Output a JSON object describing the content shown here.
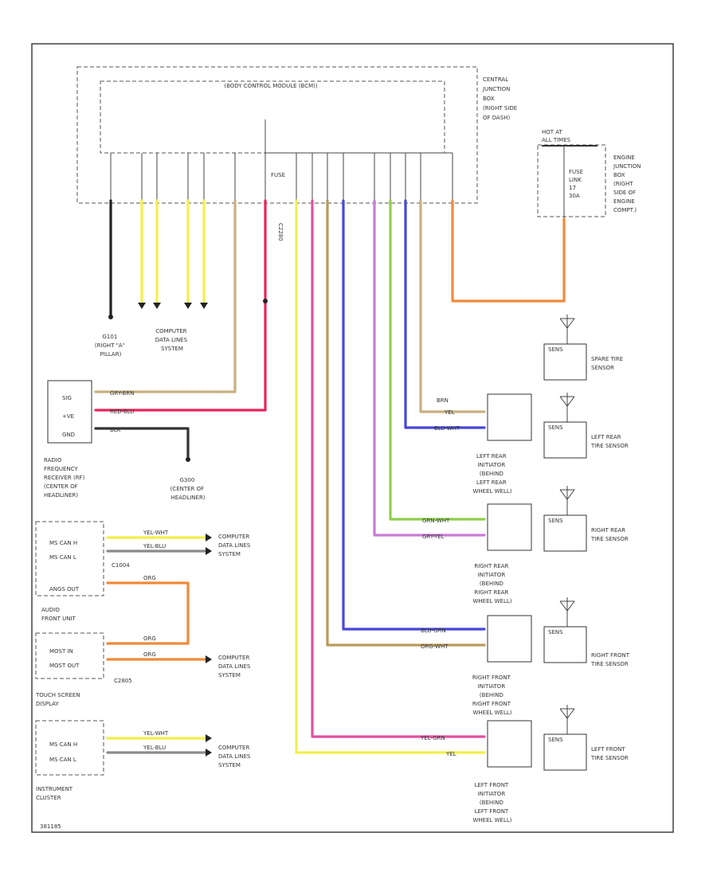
{
  "central_junction_box": {
    "label_lines": [
      "CENTRAL",
      "JUNCTION",
      "BOX",
      "(RIGHT SIDE",
      "OF DASH)"
    ]
  },
  "body_control_module": {
    "label": "(BODY CONTROL MODULE (BCM))"
  },
  "hot_at_all_times": {
    "label_lines": [
      "HOT AT",
      "ALL TIMES"
    ]
  },
  "engine_junction_box": {
    "label_lines": [
      "ENGINE",
      "JUNCTION",
      "BOX",
      "(RIGHT",
      "SIDE OF",
      "ENGINE",
      "COMPT.)"
    ]
  },
  "fuse_link": {
    "label_lines": [
      "FUSE",
      "LINK",
      "17",
      "30A"
    ]
  },
  "fuse_label": "FUSE",
  "ground_g101": {
    "label_lines": [
      "G101",
      "(RIGHT \"A\"",
      "PILLAR)"
    ]
  },
  "computer_data_top": {
    "label_lines": [
      "COMPUTER",
      "DATA LINES",
      "SYSTEM"
    ]
  },
  "rf_receiver": {
    "pins": [
      "SIG",
      "+VE",
      "GND"
    ],
    "wires": [
      "GRY-BRN",
      "RED-BLU",
      "BLK"
    ],
    "label_lines": [
      "RADIO",
      "FREQUENCY",
      "RECEIVER (RF)",
      "(CENTER OF",
      "HEADLINER)"
    ]
  },
  "ground_g300": {
    "label_lines": [
      "G300",
      "(CENTER OF",
      "HEADLINER)"
    ]
  },
  "audio_unit": {
    "pins": [
      "MS CAN H",
      "MS CAN L",
      "ANGS OUT"
    ],
    "wires": [
      "YEL-WHT",
      "YEL-BLU",
      "ORG"
    ],
    "connector": "C1004",
    "label_lines": [
      "AUDIO",
      "FRONT UNIT"
    ]
  },
  "touch_screen": {
    "pins": [
      "MOST IN",
      "MOST OUT"
    ],
    "wires": [
      "ORG",
      "ORG"
    ],
    "connector": "C2805",
    "label_lines": [
      "TOUCH SCREEN",
      "DISPLAY"
    ]
  },
  "instrument_cluster": {
    "pins": [
      "MS CAN H",
      "MS CAN L"
    ],
    "wires": [
      "YEL-WHT",
      "YEL-BLU"
    ],
    "label_lines": [
      "INSTRUMENT",
      "CLUSTER"
    ]
  },
  "computer_data": {
    "label_lines": [
      "COMPUTER",
      "DATA LINES",
      "SYSTEM"
    ]
  },
  "tpms_initiators": [
    {
      "wires": [
        "BRN",
        "YEL",
        "BLU-WHT"
      ],
      "label_lines": [
        "LEFT REAR",
        "INITIATOR",
        "(BEHIND",
        "LEFT REAR",
        "WHEEL WELL)"
      ]
    },
    {
      "wires": [
        "GRN-WHT",
        "GRY-YEL"
      ],
      "label_lines": [
        "RIGHT REAR",
        "INITIATOR",
        "(BEHIND",
        "RIGHT REAR",
        "WHEEL WELL)"
      ]
    },
    {
      "wires": [
        "BLU-GRN",
        "ORG-WHT"
      ],
      "label_lines": [
        "RIGHT FRONT",
        "INITIATOR",
        "(BEHIND",
        "RIGHT FRONT",
        "WHEEL WELL)"
      ]
    },
    {
      "wires": [
        "YEL-GRN",
        "YEL"
      ],
      "label_lines": [
        "LEFT FRONT",
        "INITIATOR",
        "(BEHIND",
        "LEFT FRONT",
        "WHEEL WELL)"
      ]
    }
  ],
  "sensors": [
    {
      "tag": "SENS",
      "label_lines": [
        "SPARE TIRE",
        "SENSOR"
      ]
    },
    {
      "tag": "SENS",
      "label_lines": [
        "LEFT REAR",
        "TIRE SENSOR"
      ]
    },
    {
      "tag": "SENS",
      "label_lines": [
        "RIGHT REAR",
        "TIRE SENSOR"
      ]
    },
    {
      "tag": "SENS",
      "label_lines": [
        "RIGHT FRONT",
        "TIRE SENSOR"
      ]
    },
    {
      "tag": "SENS",
      "label_lines": [
        "LEFT FRONT",
        "TIRE SENSOR"
      ]
    }
  ],
  "bcm_connector": "C2280",
  "watermark": "381185",
  "colors": {
    "black": "#222222",
    "yellow": "#f2ef4a",
    "tan": "#c9b080",
    "red": "#e8265a",
    "pink": "#e44fa0",
    "orange": "#f08a3a",
    "blue": "#4646d8",
    "violet": "#c87ad6",
    "green": "#8ecf4a",
    "brown": "#b89a5a",
    "gray": "#8a8a8a"
  }
}
